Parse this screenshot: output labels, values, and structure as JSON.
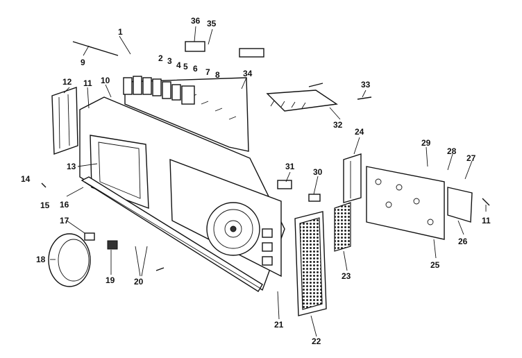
{
  "diagram": {
    "callouts": [
      "1",
      "2",
      "3",
      "4",
      "5",
      "6",
      "7",
      "8",
      "9",
      "10",
      "11",
      "12",
      "13",
      "14",
      "15",
      "16",
      "17",
      "18",
      "19",
      "20",
      "21",
      "22",
      "23",
      "24",
      "25",
      "26",
      "27",
      "28",
      "29",
      "30",
      "31",
      "32",
      "33",
      "34",
      "35",
      "36",
      "11",
      "13"
    ]
  }
}
